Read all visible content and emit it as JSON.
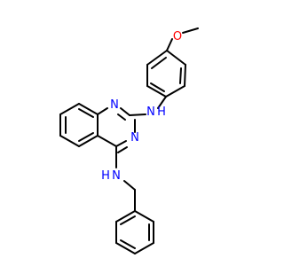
{
  "colors": {
    "background": "#ffffff",
    "bond": "#000000",
    "nitrogen": "#0000ff",
    "oxygen": "#ff0000",
    "hydrogen_text": "#0000ff"
  },
  "atoms": {
    "methoxy_oxygen": "O",
    "upper_nh_n": "N",
    "upper_nh_h": "H",
    "ring_n1": "N",
    "ring_n3": "N",
    "lower_nh_n": "N",
    "lower_nh_h": "H"
  }
}
